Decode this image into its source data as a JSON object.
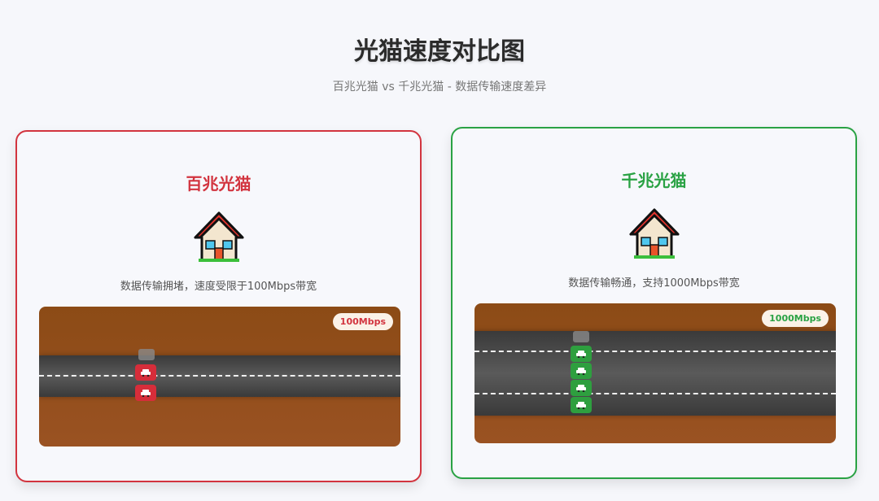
{
  "header": {
    "title": "光猫速度对比图",
    "subtitle": "百兆光猫 vs 千兆光猫 - 数据传输速度差异"
  },
  "cards": [
    {
      "title": "百兆光猫",
      "icon": "house-icon",
      "description": "数据传输拥堵，速度受限于100Mbps带宽",
      "speed_badge": "100Mbps",
      "accent_color": "#d2343f",
      "lanes": 1
    },
    {
      "title": "千兆光猫",
      "icon": "house-icon",
      "description": "数据传输畅通，支持1000Mbps带宽",
      "speed_badge": "1000Mbps",
      "accent_color": "#2aa244",
      "lanes": 2
    }
  ]
}
